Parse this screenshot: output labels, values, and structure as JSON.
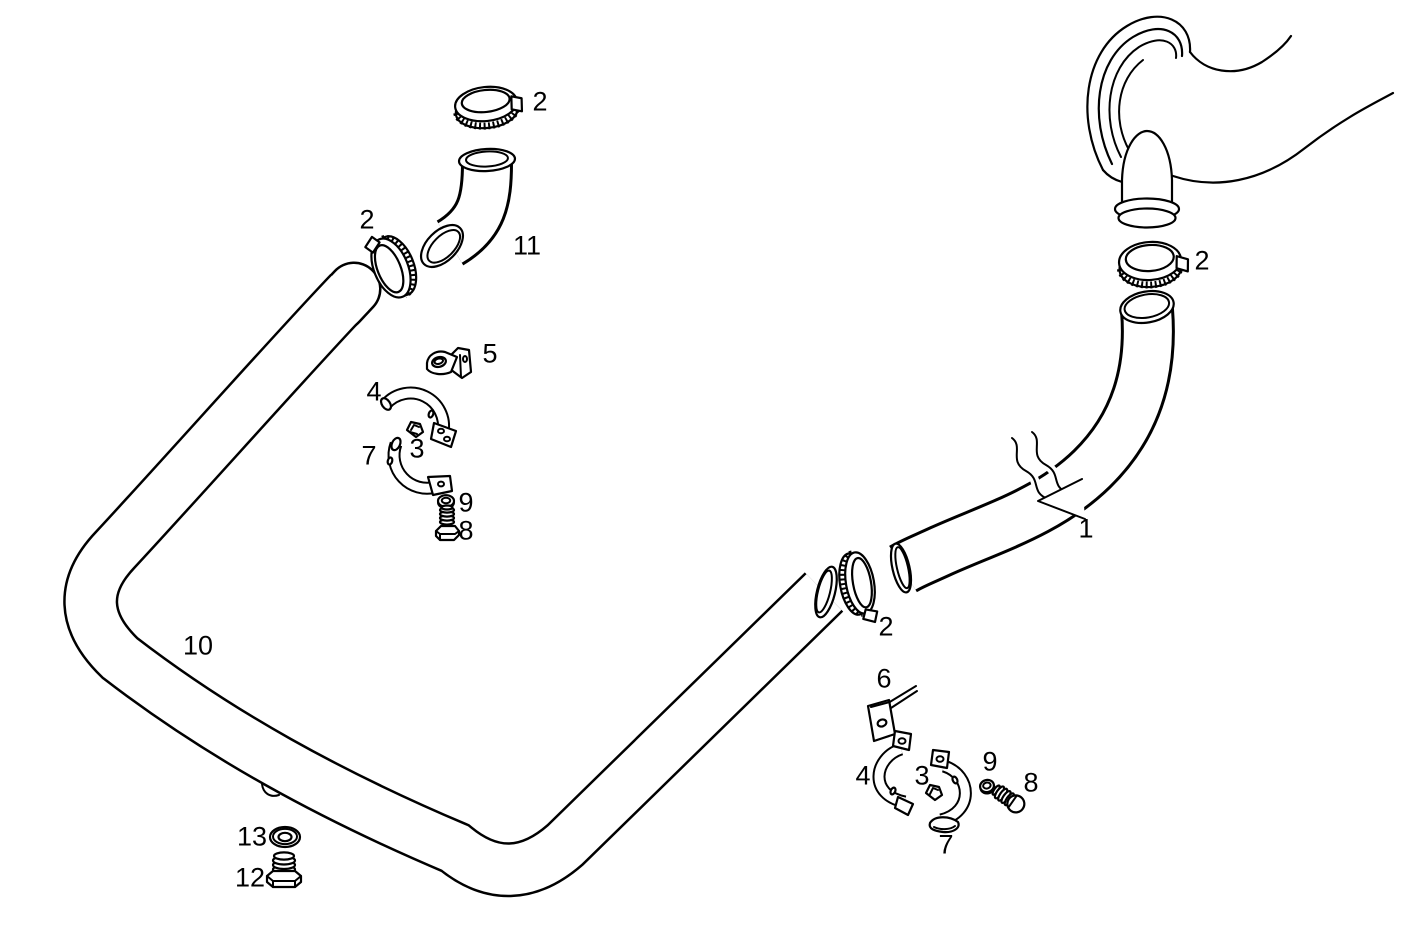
{
  "diagram": {
    "background_color": "#ffffff",
    "line_color": "#000000",
    "labels": [
      {
        "id": "1",
        "text": "1"
      },
      {
        "id": "2-elbow",
        "text": "2"
      },
      {
        "id": "2-left",
        "text": "2"
      },
      {
        "id": "2-right",
        "text": "2"
      },
      {
        "id": "2-middle",
        "text": "2"
      },
      {
        "id": "3-left",
        "text": "3"
      },
      {
        "id": "3-right",
        "text": "3"
      },
      {
        "id": "4-left",
        "text": "4"
      },
      {
        "id": "4-right",
        "text": "4"
      },
      {
        "id": "5",
        "text": "5"
      },
      {
        "id": "6",
        "text": "6"
      },
      {
        "id": "7-left",
        "text": "7"
      },
      {
        "id": "7-right",
        "text": "7"
      },
      {
        "id": "8-left",
        "text": "8"
      },
      {
        "id": "8-right",
        "text": "8"
      },
      {
        "id": "9-left",
        "text": "9"
      },
      {
        "id": "9-right",
        "text": "9"
      },
      {
        "id": "10",
        "text": "10"
      },
      {
        "id": "11",
        "text": "11"
      },
      {
        "id": "12",
        "text": "12"
      },
      {
        "id": "13",
        "text": "13"
      }
    ]
  }
}
